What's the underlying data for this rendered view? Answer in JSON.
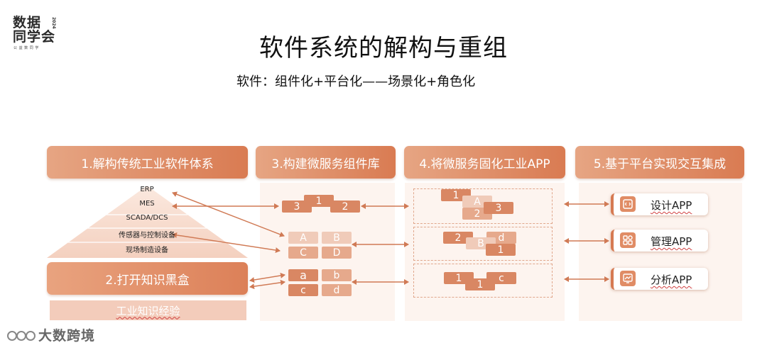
{
  "logo": {
    "line1": "数据",
    "line2": "同学会",
    "year": "2024",
    "tagline": "公 益 数 同 学"
  },
  "title": "软件系统的解构与重组",
  "subtitle": "软件：组件化+平台化——场景化+角色化",
  "headers": {
    "h1": "1.解构传统工业软件体系",
    "h3": "3.构建微服务组件库",
    "h4": "4.将微服务固化工业APP",
    "h5": "5.基于平台实现交互集成"
  },
  "pyramid": [
    "ERP",
    "MES",
    "SCADA/DCS",
    "传感器与控制设备",
    "现场制造设备"
  ],
  "black_box": "2.打开知识黑盒",
  "experience": "工业知识经验",
  "components": {
    "top": [
      "3",
      "1",
      "2"
    ],
    "mid": [
      "A",
      "B",
      "C",
      "D"
    ],
    "bot": [
      "a",
      "b",
      "c",
      "d"
    ]
  },
  "apps_col4": {
    "row1": [
      "1",
      "A",
      "2",
      "3"
    ],
    "row2": [
      "2",
      "d",
      "B",
      "1"
    ],
    "row3": [
      "1",
      "1",
      "c"
    ]
  },
  "apps": [
    {
      "label": "设计APP",
      "icon": "design-icon"
    },
    {
      "label": "管理APP",
      "icon": "grid-icon"
    },
    {
      "label": "分析APP",
      "icon": "chart-icon"
    }
  ],
  "footer": {
    "brand": "大数跨境"
  },
  "colors": {
    "accent": "#d97b52",
    "accent_light": "#e6a583",
    "panel": "#fdf4ef"
  }
}
